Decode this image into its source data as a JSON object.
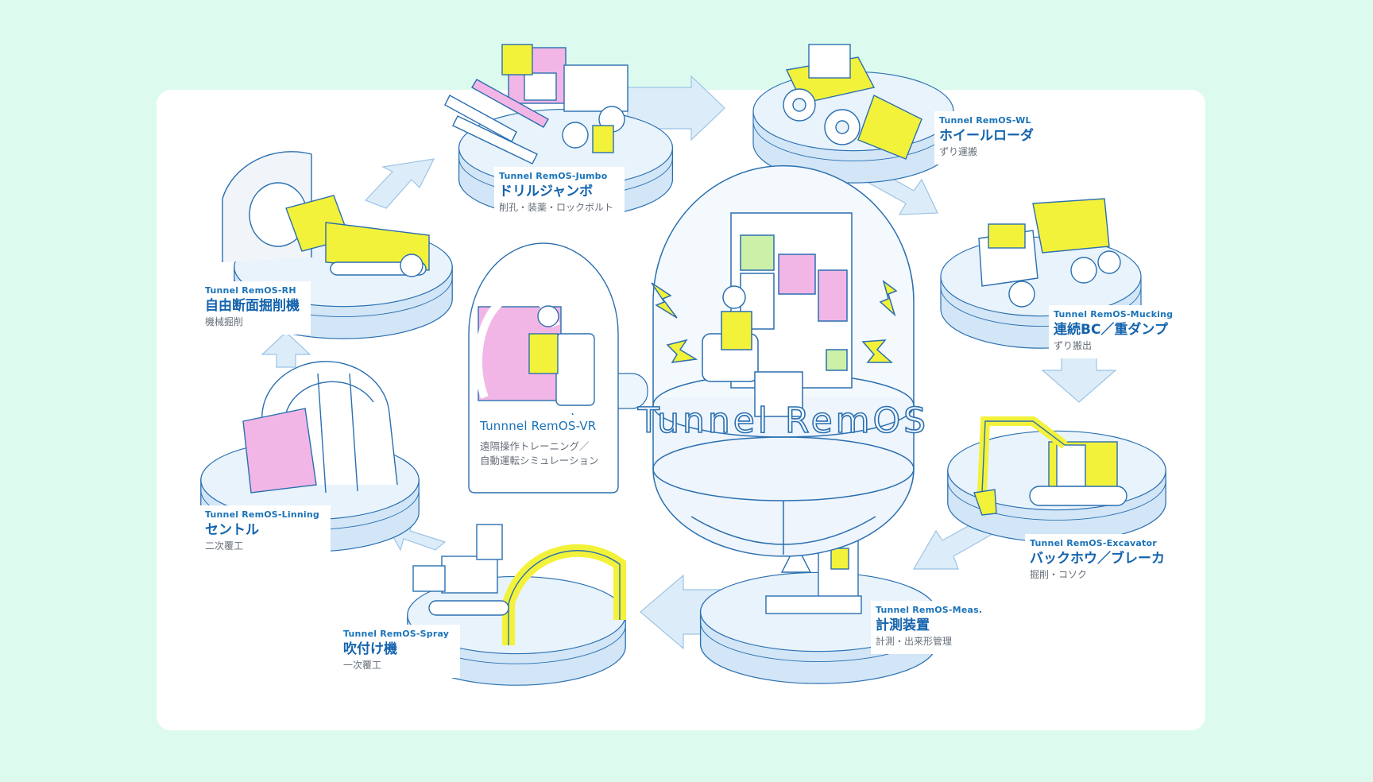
{
  "center": {
    "title": "Tunnel RemOS"
  },
  "vr": {
    "code": "Tunnnel RemOS-VR",
    "desc_line1": "遠隔操作トレーニング／",
    "desc_line2": "自動運転シミュレーション"
  },
  "nodes": {
    "jumbo": {
      "code": "Tunnel RemOS-Jumbo",
      "name": "ドリルジャンボ",
      "desc": "削孔・装薬・ロックボルト"
    },
    "wl": {
      "code": "Tunnel RemOS-WL",
      "name": "ホイールローダ",
      "desc": "ずり運搬"
    },
    "mucking": {
      "code": "Tunnel RemOS-Mucking",
      "name": "連続BC／重ダンプ",
      "desc": "ずり搬出"
    },
    "excavator": {
      "code": "Tunnel RemOS-Excavator",
      "name": "バックホウ／ブレーカ",
      "desc": "掘削・コソク"
    },
    "meas": {
      "code": "Tunnel RemOS-Meas.",
      "name": "計測装置",
      "desc": "計測・出来形管理"
    },
    "spray": {
      "code": "Tunnel RemOS-Spray",
      "name": "吹付け機",
      "desc": "一次覆工"
    },
    "linning": {
      "code": "Tunnel RemOS-Linning",
      "name": "セントル",
      "desc": "二次覆工"
    },
    "rh": {
      "code": "Tunnel RemOS-RH",
      "name": "自由断面掘削機",
      "desc": "機械掘削"
    }
  },
  "colors": {
    "background": "#dcfbee",
    "card": "#ffffff",
    "line": "#2a6fb0",
    "arrow": "#dcedf9",
    "platform": "#e6f1fb",
    "machine_yellow": "#f3f23a",
    "accent_pink": "#f2b6e6"
  },
  "icons": [
    "lightning-bolt-icon",
    "helmet-operator-icon",
    "control-joystick-icon"
  ]
}
